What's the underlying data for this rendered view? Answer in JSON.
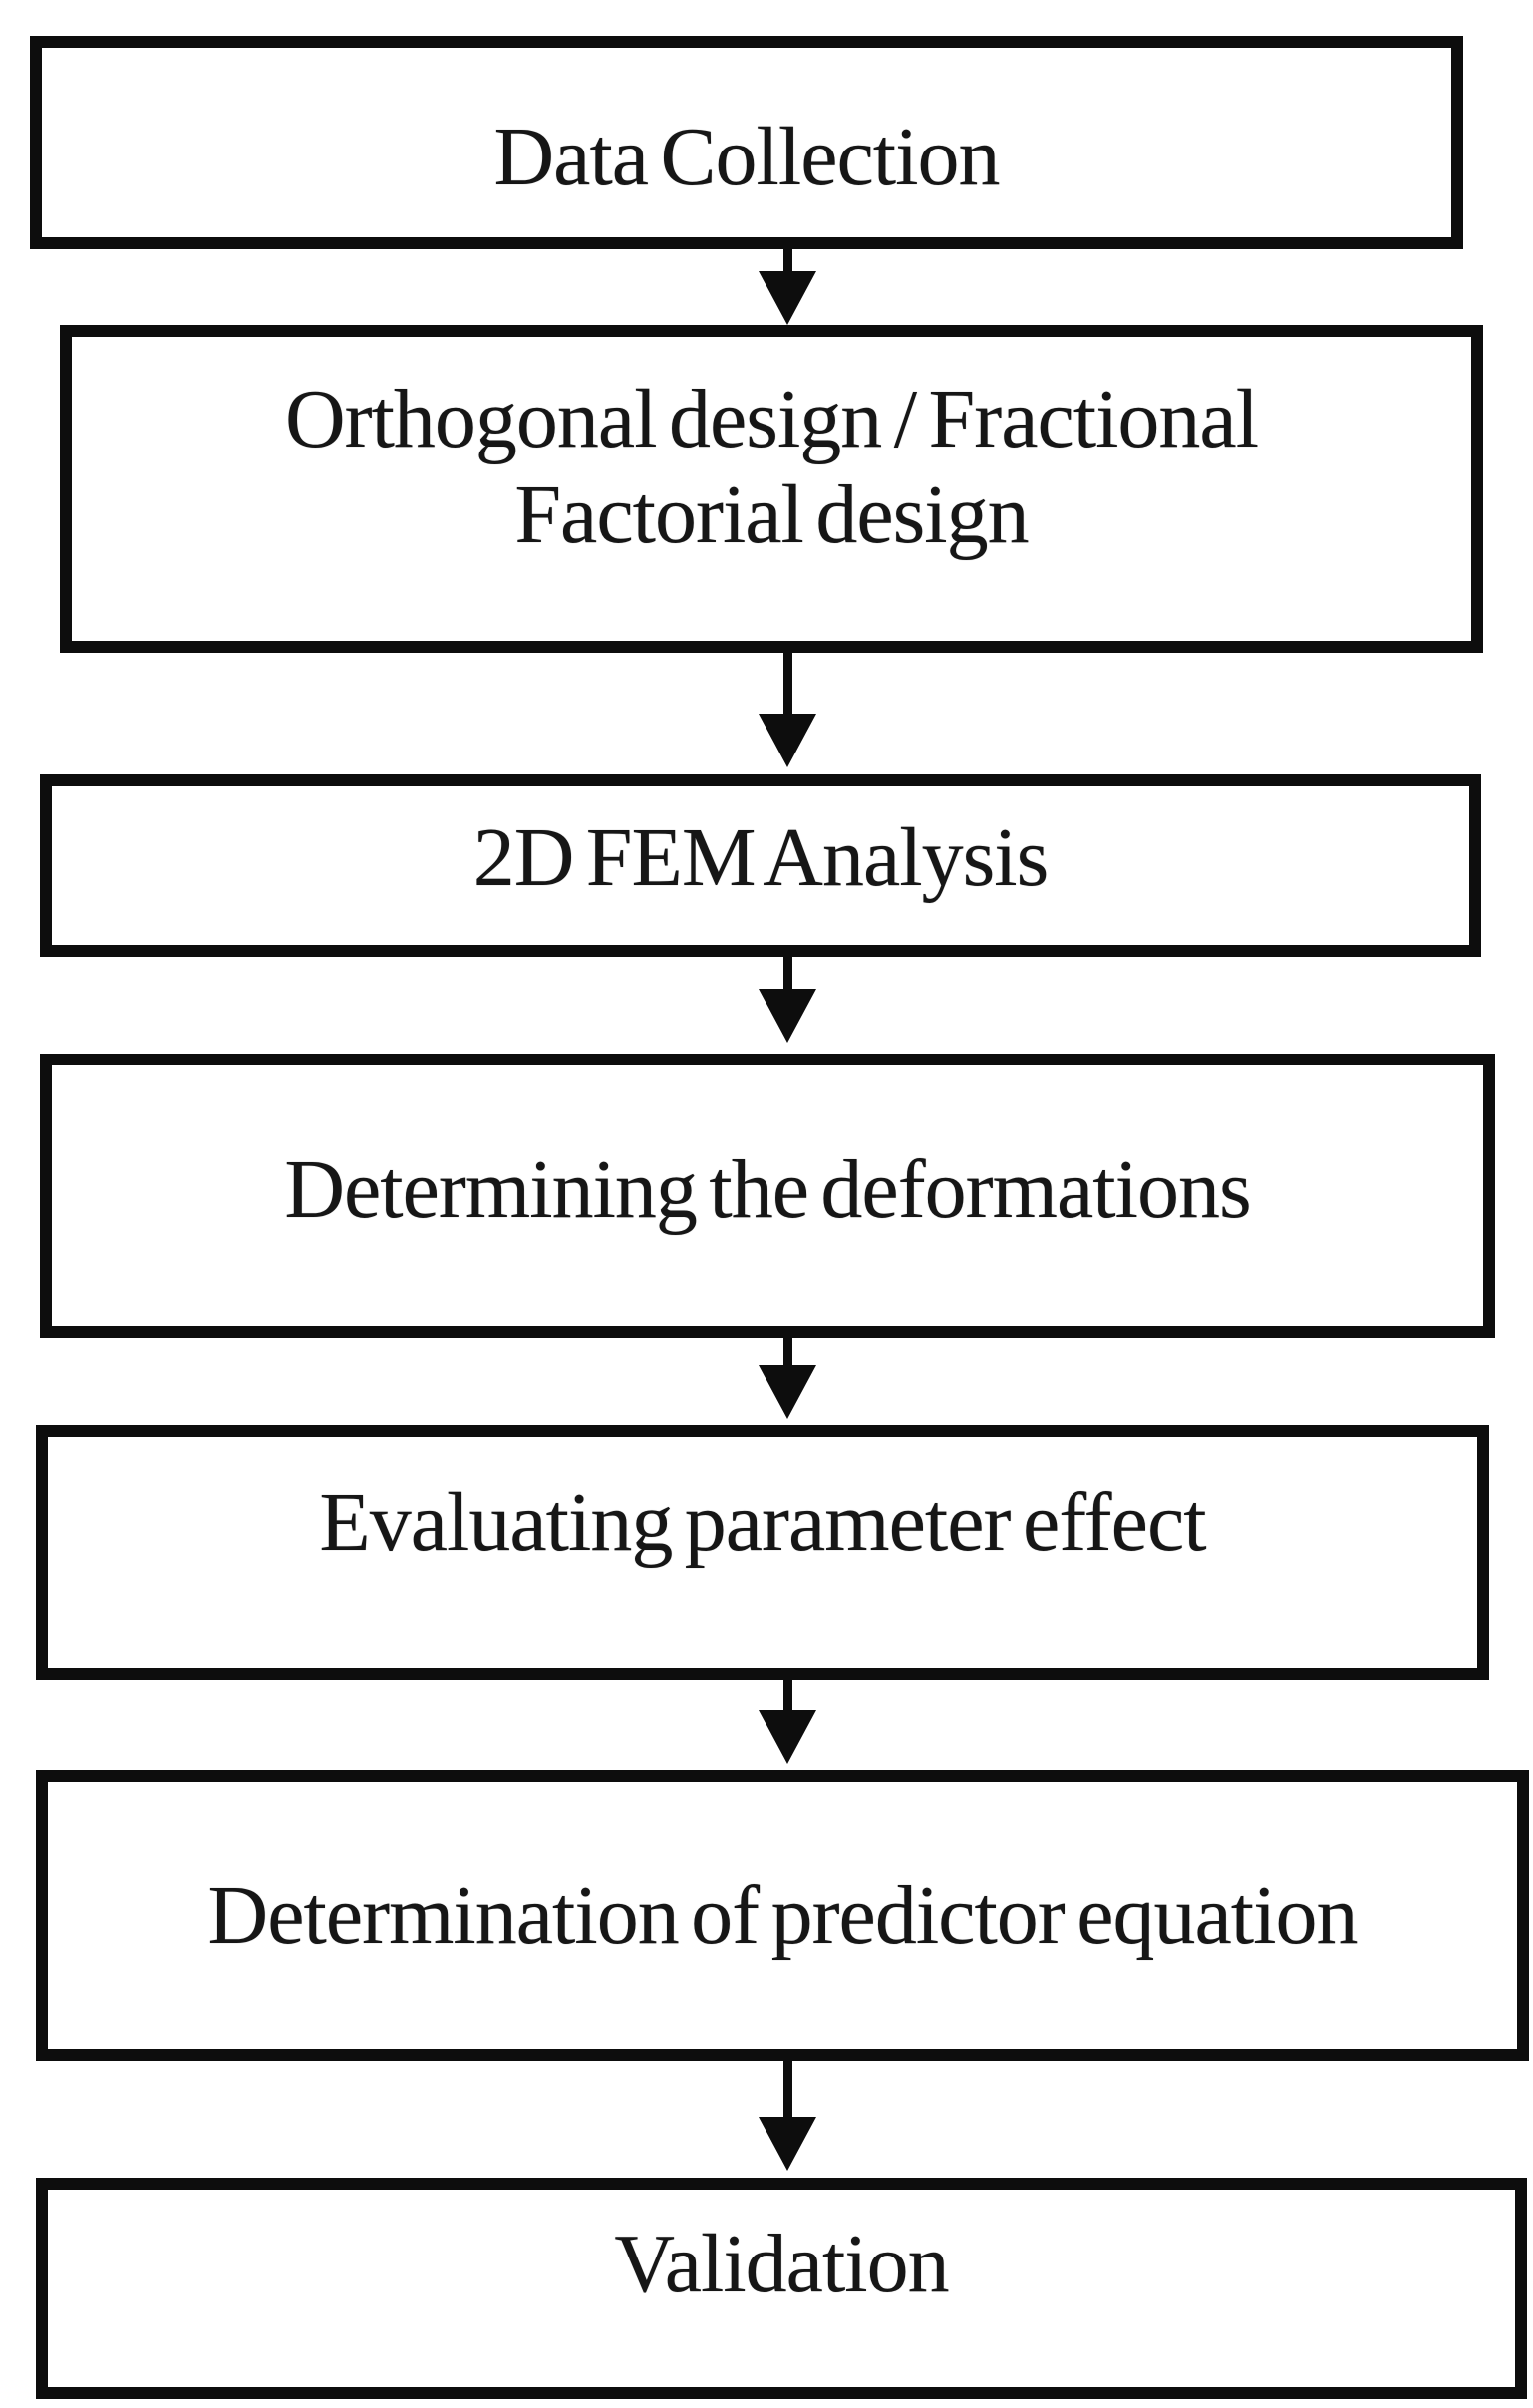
{
  "diagram": {
    "type": "flowchart",
    "direction": "top-down",
    "colors": {
      "border": "#0d0d0d",
      "text": "#161616",
      "arrow": "#0d0d0d",
      "background": "#ffffff"
    },
    "steps": [
      {
        "label": "Data Collection"
      },
      {
        "label": "Orthogonal design / Fractional Factorial design"
      },
      {
        "label": "2D FEM Analysis"
      },
      {
        "label": "Determining the deformations"
      },
      {
        "label": "Evaluating parameter effect"
      },
      {
        "label": "Determination of predictor equation"
      },
      {
        "label": "Validation"
      }
    ],
    "connections": [
      {
        "from": 0,
        "to": 1,
        "style": "solid-arrow-down"
      },
      {
        "from": 1,
        "to": 2,
        "style": "solid-arrow-down"
      },
      {
        "from": 2,
        "to": 3,
        "style": "solid-arrow-down"
      },
      {
        "from": 3,
        "to": 4,
        "style": "solid-arrow-down"
      },
      {
        "from": 4,
        "to": 5,
        "style": "solid-arrow-down"
      },
      {
        "from": 5,
        "to": 6,
        "style": "solid-arrow-down"
      }
    ]
  }
}
